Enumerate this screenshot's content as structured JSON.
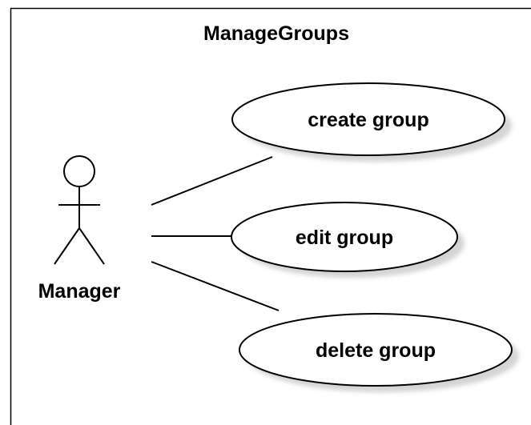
{
  "diagram": {
    "type": "use-case",
    "system": {
      "name": "ManageGroups"
    },
    "actor": {
      "name": "Manager"
    },
    "use_cases": [
      {
        "label": "create group"
      },
      {
        "label": "edit group"
      },
      {
        "label": "delete group"
      }
    ],
    "associations": [
      {
        "from": "Manager",
        "to": "create group"
      },
      {
        "from": "Manager",
        "to": "edit group"
      },
      {
        "from": "Manager",
        "to": "delete group"
      }
    ]
  },
  "colors": {
    "stroke": "#000000",
    "fill": "#ffffff",
    "shadow": "#d4d4d4"
  }
}
